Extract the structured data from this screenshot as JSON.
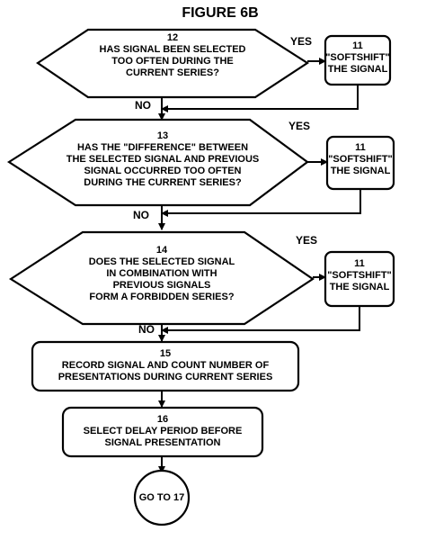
{
  "figure_title": "FIGURE 6B",
  "decisions": [
    {
      "number": "12",
      "lines": [
        "HAS SIGNAL BEEN SELECTED",
        "TOO OFTEN DURING THE",
        "CURRENT SERIES?"
      ],
      "yes_label": "YES",
      "no_label": "NO",
      "action": {
        "number": "11",
        "lines": [
          "\"SOFTSHIFT\"",
          "THE SIGNAL"
        ]
      }
    },
    {
      "number": "13",
      "lines": [
        "HAS THE \"DIFFERENCE\" BETWEEN",
        "THE SELECTED SIGNAL AND PREVIOUS",
        "SIGNAL OCCURRED TOO OFTEN",
        "DURING THE CURRENT SERIES?"
      ],
      "yes_label": "YES",
      "no_label": "NO",
      "action": {
        "number": "11",
        "lines": [
          "\"SOFTSHIFT\"",
          "THE SIGNAL"
        ]
      }
    },
    {
      "number": "14",
      "lines": [
        "DOES THE SELECTED SIGNAL",
        "IN COMBINATION WITH",
        "PREVIOUS SIGNALS",
        "FORM A FORBIDDEN SERIES?"
      ],
      "yes_label": "YES",
      "no_label": "NO",
      "action": {
        "number": "11",
        "lines": [
          "\"SOFTSHIFT\"",
          "THE SIGNAL"
        ]
      }
    }
  ],
  "process_steps": [
    {
      "number": "15",
      "lines": [
        "RECORD SIGNAL AND COUNT NUMBER OF",
        "PRESENTATIONS DURING CURRENT SERIES"
      ]
    },
    {
      "number": "16",
      "lines": [
        "SELECT DELAY PERIOD BEFORE",
        "SIGNAL PRESENTATION"
      ]
    }
  ],
  "terminal": {
    "label": "GO TO 17"
  }
}
